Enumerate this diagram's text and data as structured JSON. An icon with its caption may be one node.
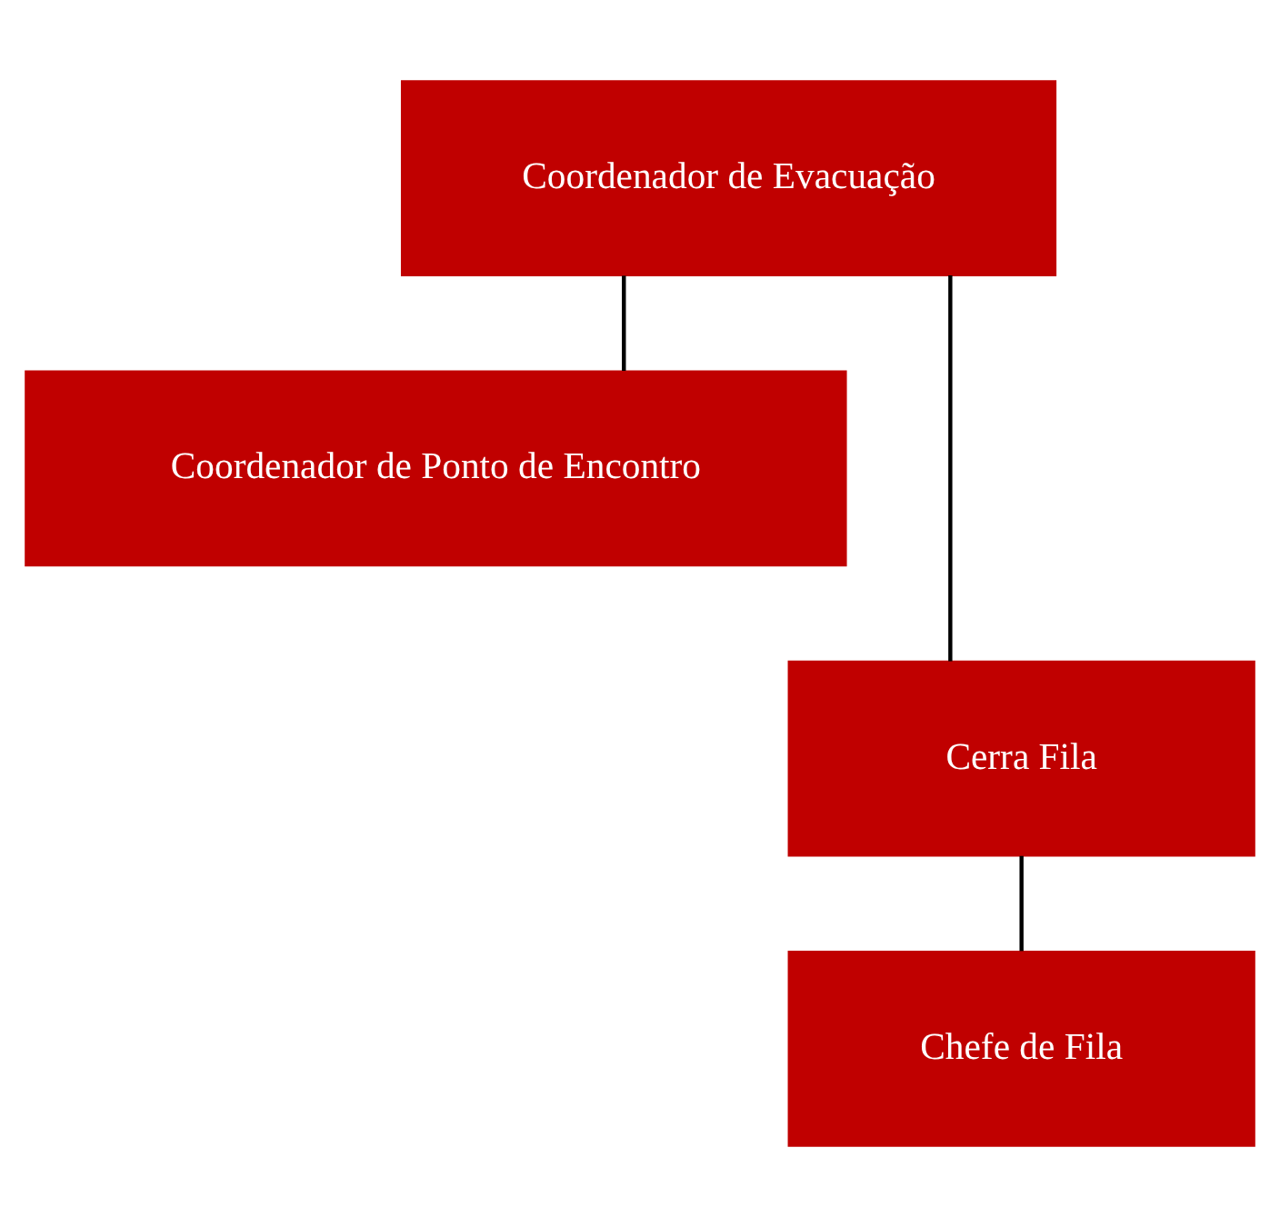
{
  "diagram": {
    "nodes": [
      {
        "text": [
          "Coordenador de Evacuação"
        ]
      },
      {
        "text": [
          "Coordenador de Ponto de Encontro"
        ]
      },
      {
        "text": [
          "Cerra Fila"
        ]
      },
      {
        "text": [
          "Chefe de Fila"
        ]
      }
    ],
    "edges": [
      {
        "from": 0,
        "to": 1,
        "arrow": "none"
      },
      {
        "from": 0,
        "to": 2,
        "arrow": "none"
      },
      {
        "from": 2,
        "to": 3,
        "arrow": "none"
      }
    ]
  }
}
